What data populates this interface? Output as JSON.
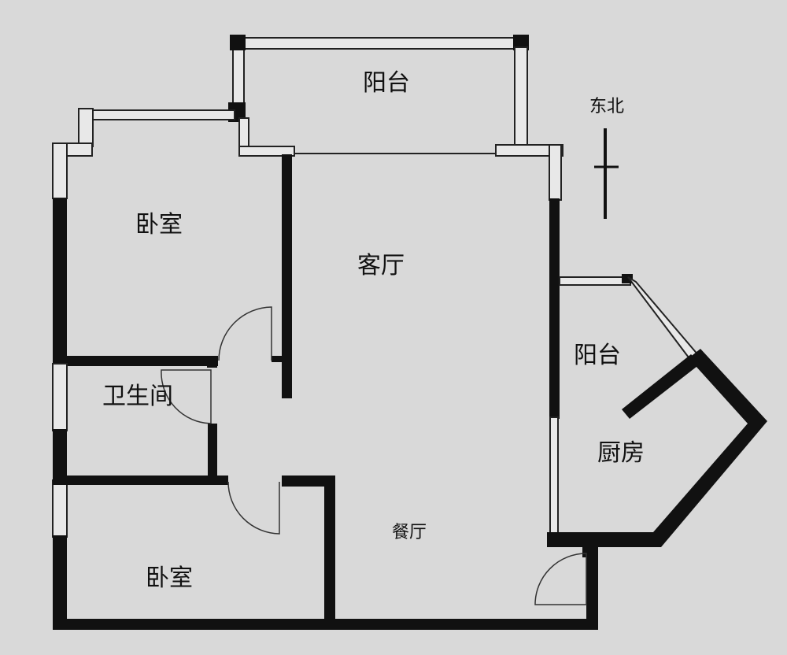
{
  "plan": {
    "compass_label": "东北",
    "rooms": {
      "balcony_top": "阳台",
      "bedroom_top": "卧室",
      "living_room": "客厅",
      "bathroom": "卫生间",
      "balcony_right": "阳台",
      "kitchen": "厨房",
      "dining_room": "餐厅",
      "bedroom_bottom": "卧室"
    }
  }
}
